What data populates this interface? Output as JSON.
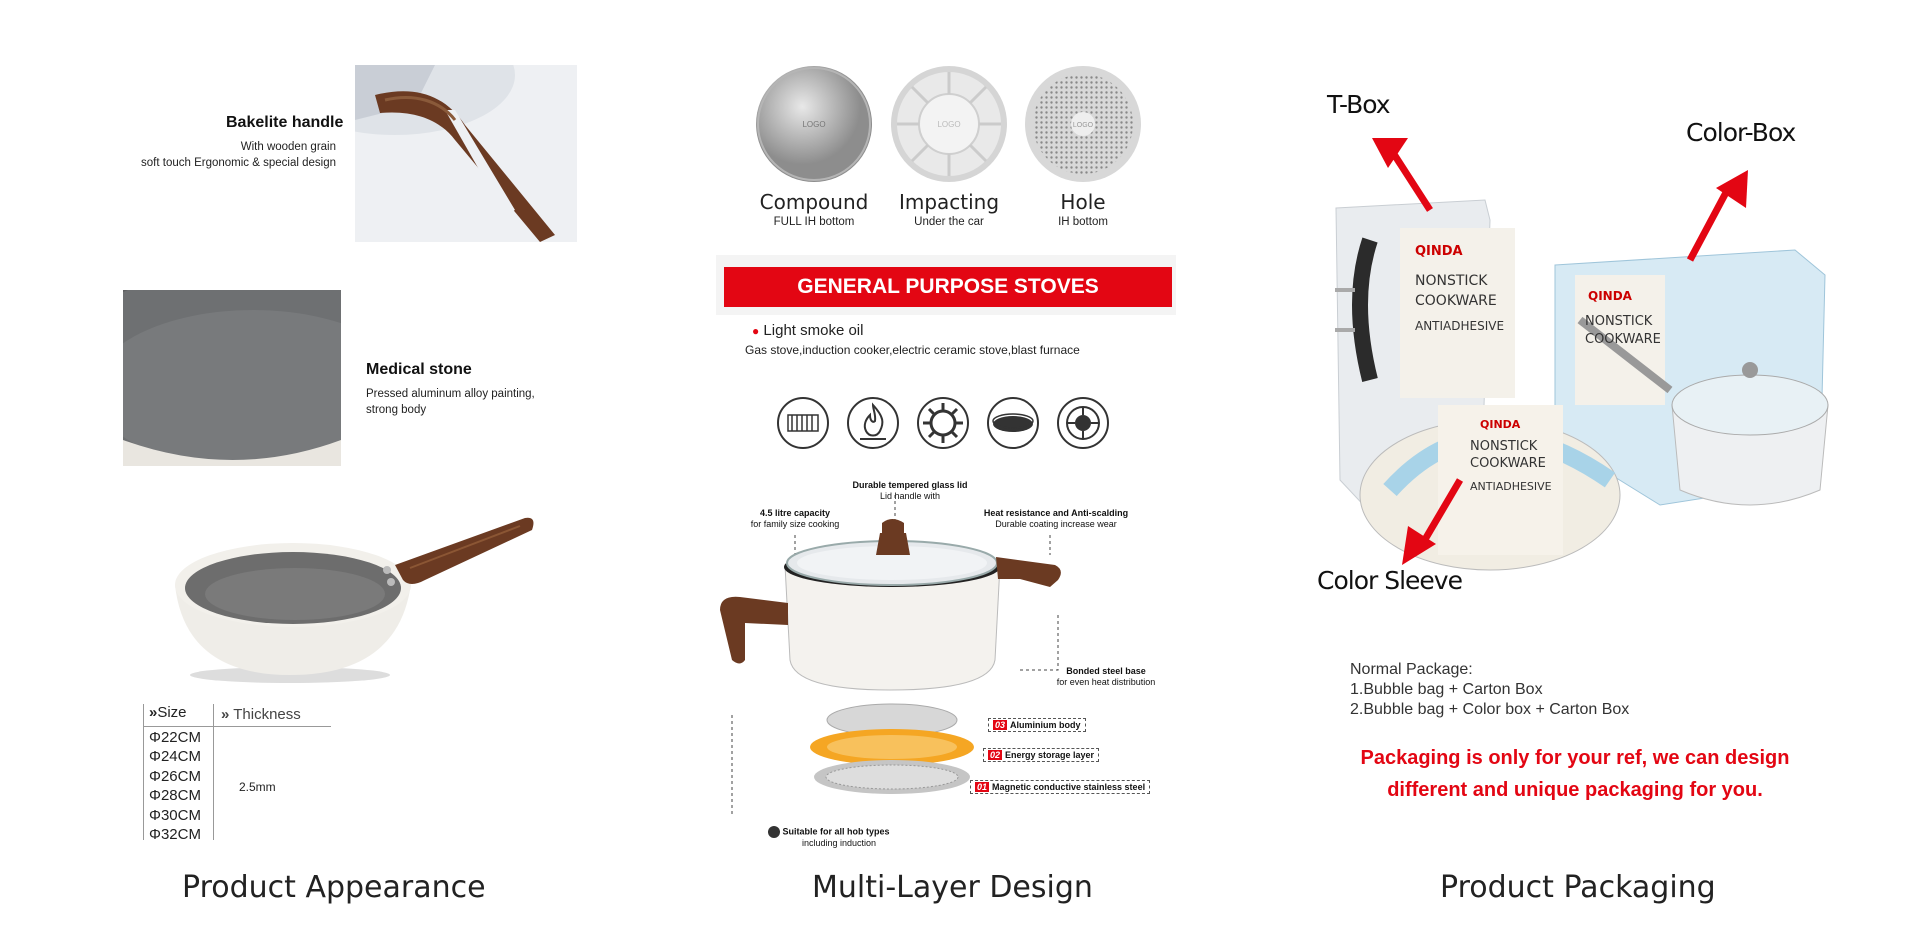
{
  "captions": {
    "appearance": "Product Appearance",
    "multilayer": "Multi-Layer Design",
    "packaging": "Product Packaging"
  },
  "appearance": {
    "handle_title": "Bakelite handle",
    "handle_desc_1": "With wooden grain",
    "handle_desc_2": "soft touch Ergonomic & special design",
    "stone_title": "Medical stone",
    "stone_desc_1": "Pressed aluminum alloy painting,",
    "stone_desc_2": "strong body",
    "size_header": "Size",
    "thickness_header": "Thickness",
    "sizes": [
      "Φ22CM",
      "Φ24CM",
      "Φ26CM",
      "Φ28CM",
      "Φ30CM",
      "Φ32CM"
    ],
    "thickness": "2.5mm"
  },
  "multilayer": {
    "bottoms": [
      {
        "label": "Compound",
        "sub": "FULL IH bottom",
        "logo": "LOGO"
      },
      {
        "label": "Impacting",
        "sub": "Under the car",
        "logo": "LOGO"
      },
      {
        "label": "Hole",
        "sub": "IH bottom",
        "logo": "LOGO"
      }
    ],
    "banner": "GENERAL PURPOSE STOVES",
    "smoke": "Light smoke oil",
    "stoves": "Gas stove,induction cooker,electric ceramic stove,blast furnace",
    "stove_icons": [
      "electric-coil-icon",
      "flame-icon",
      "gas-burner-icon",
      "ceramic-plate-icon",
      "induction-icon"
    ],
    "callouts": {
      "lid_title": "Durable tempered glass lid",
      "lid_sub": "Lid handle with",
      "capacity_title": "4.5 litre capacity",
      "capacity_sub": "for family size cooking",
      "heat_title": "Heat resistance and Anti-scalding",
      "heat_sub": "Durable coating increase wear",
      "base_title": "Bonded steel base",
      "base_sub": "for even heat distribution",
      "hob_title": "Suitable for all hob types",
      "hob_sub": "including induction"
    },
    "layers": [
      {
        "num": "03",
        "label": "Aluminium body"
      },
      {
        "num": "02",
        "label": "Energy storage layer"
      },
      {
        "num": "01",
        "label": "Magnetic conductive stainless steel"
      }
    ]
  },
  "packaging": {
    "labels": {
      "tbox": "T-Box",
      "colorbox": "Color-Box",
      "sleeve": "Color Sleeve"
    },
    "box_text": {
      "brand": "QINDA",
      "line1": "NONSTICK",
      "line2": "COOKWARE",
      "line3": "ANTIADHESIVE",
      "sleeve_line1": "NONSTICK",
      "sleeve_line2": "COOKWARE",
      "sleeve_line3": "ANTIADHESIVE"
    },
    "normal_title": "Normal Package:",
    "normal_1": "1.Bubble bag + Carton Box",
    "normal_2": "2.Bubble bag + Color box + Carton Box",
    "note_1": "Packaging is only for your ref, we can design",
    "note_2": "different and unique packaging for you."
  },
  "colors": {
    "accent_red": "#e30613",
    "handle_wood": "#6b3a22",
    "pan_grey": "#6d6d6d"
  }
}
